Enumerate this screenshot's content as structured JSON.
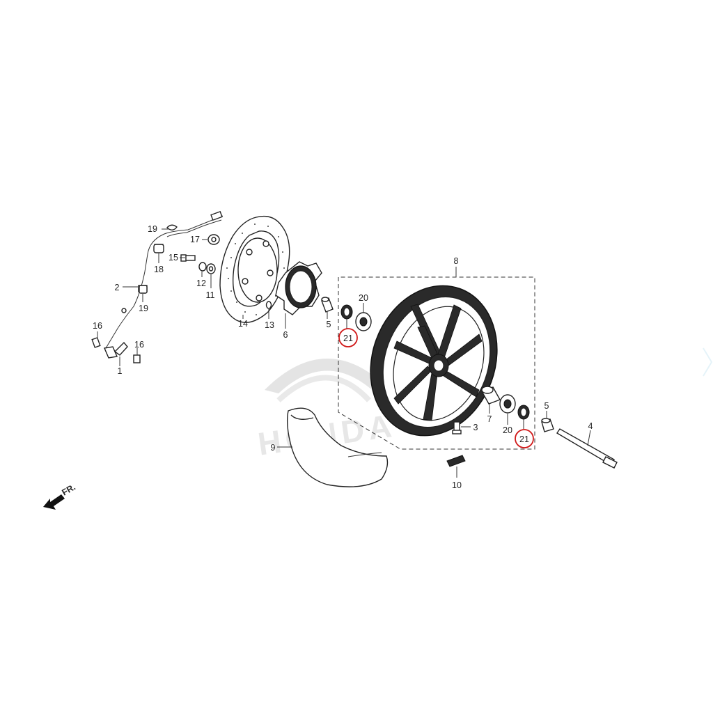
{
  "diagram": {
    "brand_watermark": "HONDA",
    "direction_label": "FR.",
    "callouts": {
      "c1": "1",
      "c2": "2",
      "c3": "3",
      "c4": "4",
      "c5a": "5",
      "c5b": "5",
      "c6": "6",
      "c7": "7",
      "c8": "8",
      "c9": "9",
      "c10": "10",
      "c11": "11",
      "c12": "12",
      "c13": "13",
      "c14": "14",
      "c15": "15",
      "c16a": "16",
      "c16b": "16",
      "c17": "17",
      "c18": "18",
      "c19a": "19",
      "c19b": "19",
      "c20a": "20",
      "c20b": "20",
      "c21a": "21",
      "c21b": "21"
    },
    "colors": {
      "highlight": "#d01818",
      "line": "#222222",
      "watermark": "#d9d9d9"
    }
  }
}
